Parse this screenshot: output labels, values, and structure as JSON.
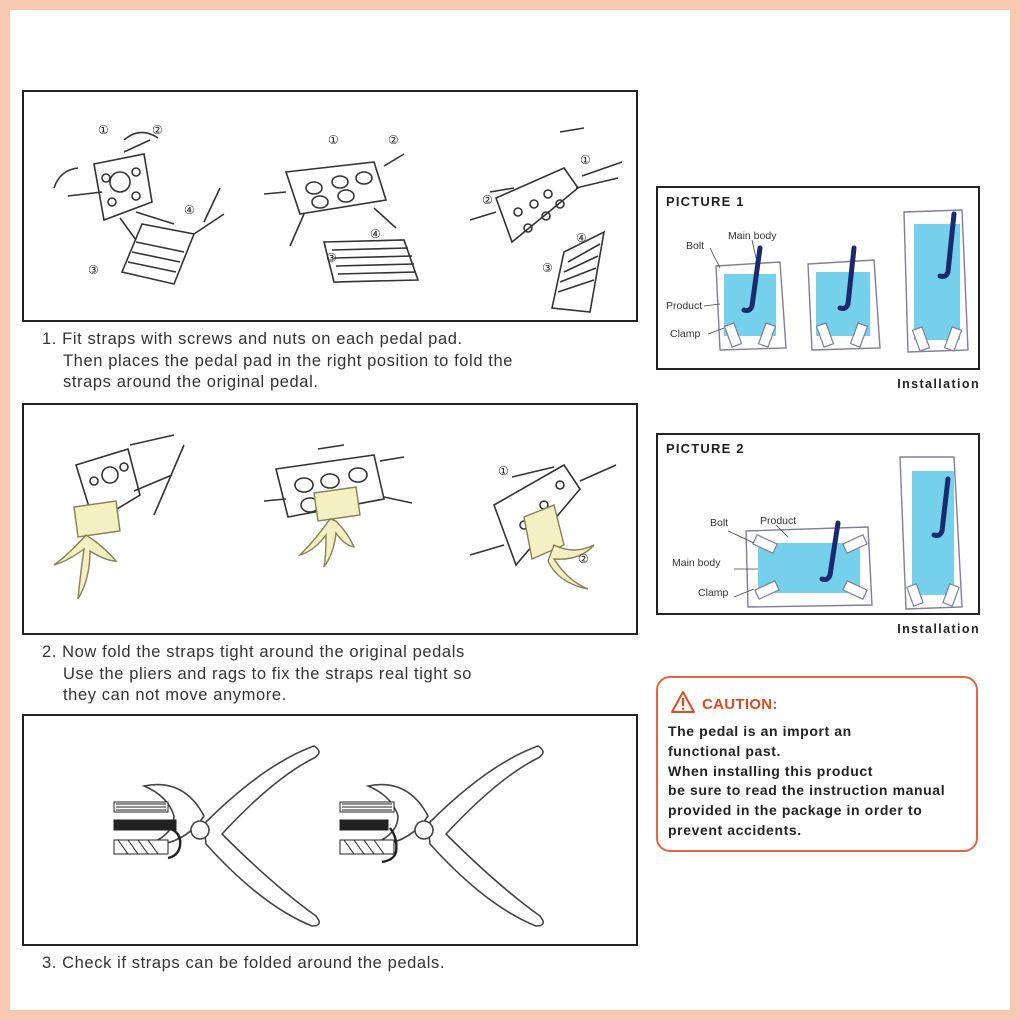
{
  "steps": [
    {
      "lines": [
        "1. Fit straps with screws and nuts on each pedal pad.",
        "Then places the pedal pad in the right position to fold the",
        "straps around the original pedal."
      ]
    },
    {
      "lines": [
        "2. Now fold the straps tight around the original pedals",
        "Use the pliers and rags to fix the straps real tight so",
        "they can not move anymore."
      ]
    },
    {
      "lines": [
        "3. Check if straps can be folded around the pedals."
      ]
    }
  ],
  "callout_numbers": [
    "①",
    "②",
    "③",
    "④"
  ],
  "picture1": {
    "title": "PICTURE 1",
    "labels": {
      "bolt": "Bolt",
      "main_body": "Main body",
      "product": "Product",
      "clamp": "Clamp"
    },
    "caption": "Installation"
  },
  "picture2": {
    "title": "PICTURE 2",
    "labels": {
      "bolt": "Bolt",
      "product": "Product",
      "main_body": "Main body",
      "clamp": "Clamp"
    },
    "caption": "Installation"
  },
  "caution": {
    "title": "CAUTION:",
    "lines": [
      "The pedal is an import an",
      "functional past.",
      "When installing this product",
      "be sure to read the instruction manual",
      "provided in the package in order to",
      "prevent accidents."
    ]
  },
  "colors": {
    "page_border": "#f7c9b3",
    "caution_accent": "#e8643c",
    "product_fill": "#5cc8e8",
    "strap_fill": "#f5efc4"
  }
}
